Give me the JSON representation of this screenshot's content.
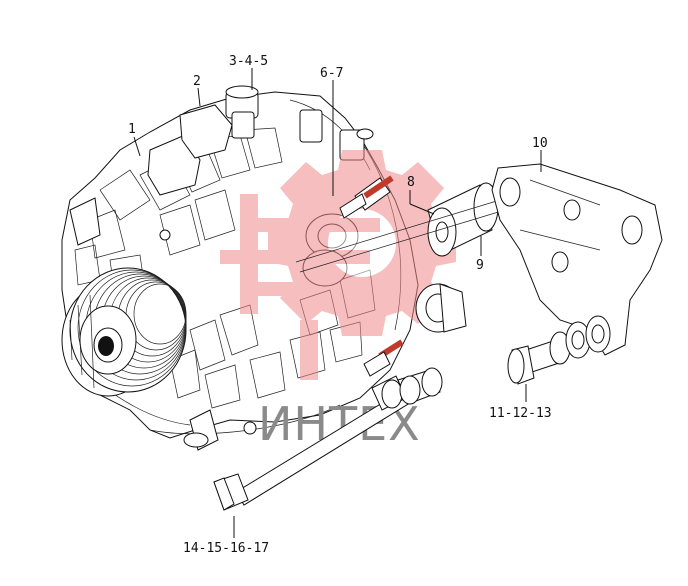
{
  "diagram": {
    "callouts": [
      {
        "id": "c1",
        "text": "1"
      },
      {
        "id": "c2",
        "text": "2"
      },
      {
        "id": "c3",
        "text": "3-4-5"
      },
      {
        "id": "c4",
        "text": "6-7"
      },
      {
        "id": "c5",
        "text": "8"
      },
      {
        "id": "c6",
        "text": "9"
      },
      {
        "id": "c7",
        "text": "10"
      },
      {
        "id": "c8",
        "text": "11-12-13"
      },
      {
        "id": "c9",
        "text": "14-15-16-17"
      }
    ]
  },
  "watermark": {
    "text": "ИНТЕХ",
    "logo_color": "#f08a8a"
  }
}
